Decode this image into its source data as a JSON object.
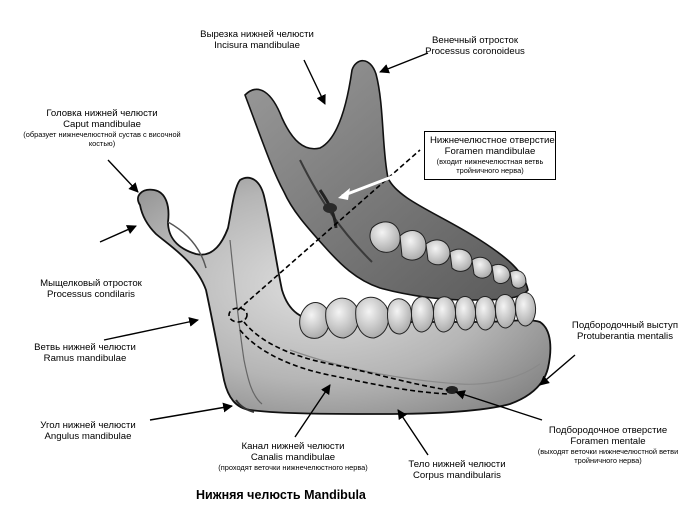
{
  "caption": "Нижняя челюсть  Mandibula",
  "labels": {
    "incisura": {
      "ru": "Вырезка нижней челюсти",
      "la": "Incisura mandibulae"
    },
    "coronoid": {
      "ru": "Венечный отросток",
      "la": "Processus coronoideus"
    },
    "caput": {
      "ru": "Головка нижней челюсти",
      "la": "Caput mandibulae",
      "note": "(образует нижнечелюстной сустав с височной костью)"
    },
    "foramen_mand": {
      "ru": "Нижнечелюстное отверстие",
      "la": "Foramen mandibulae",
      "note": "(входит нижнечелюстная ветвь тройничного нерва)"
    },
    "condylar": {
      "ru": "Мыщелковый отросток",
      "la": "Processus condilaris"
    },
    "protuberantia": {
      "ru": "Подбородочный выступ",
      "la": "Protuberantia mentalis"
    },
    "ramus": {
      "ru": "Ветвь нижней челюсти",
      "la": "Ramus mandibulae"
    },
    "angulus": {
      "ru": "Угол нижней челюсти",
      "la": "Angulus mandibulae"
    },
    "canalis": {
      "ru": "Канал нижней челюсти",
      "la": "Canalis mandibulae",
      "note": "(проходят веточки нижнечелюстного нерва)"
    },
    "corpus": {
      "ru": "Тело нижней челюсти",
      "la": "Corpus mandibularis"
    },
    "foramen_ment": {
      "ru": "Подбородочное отверстие",
      "la": "Foramen mentale",
      "note": "(выходят веточки нижнечелюстной ветви тройничного нерва)"
    }
  },
  "colors": {
    "bone_light": "#d4d4d4",
    "bone_mid": "#a8a8a8",
    "bone_dark": "#5e5e5e",
    "outline": "#111111",
    "arrow_white": "#ffffff"
  }
}
